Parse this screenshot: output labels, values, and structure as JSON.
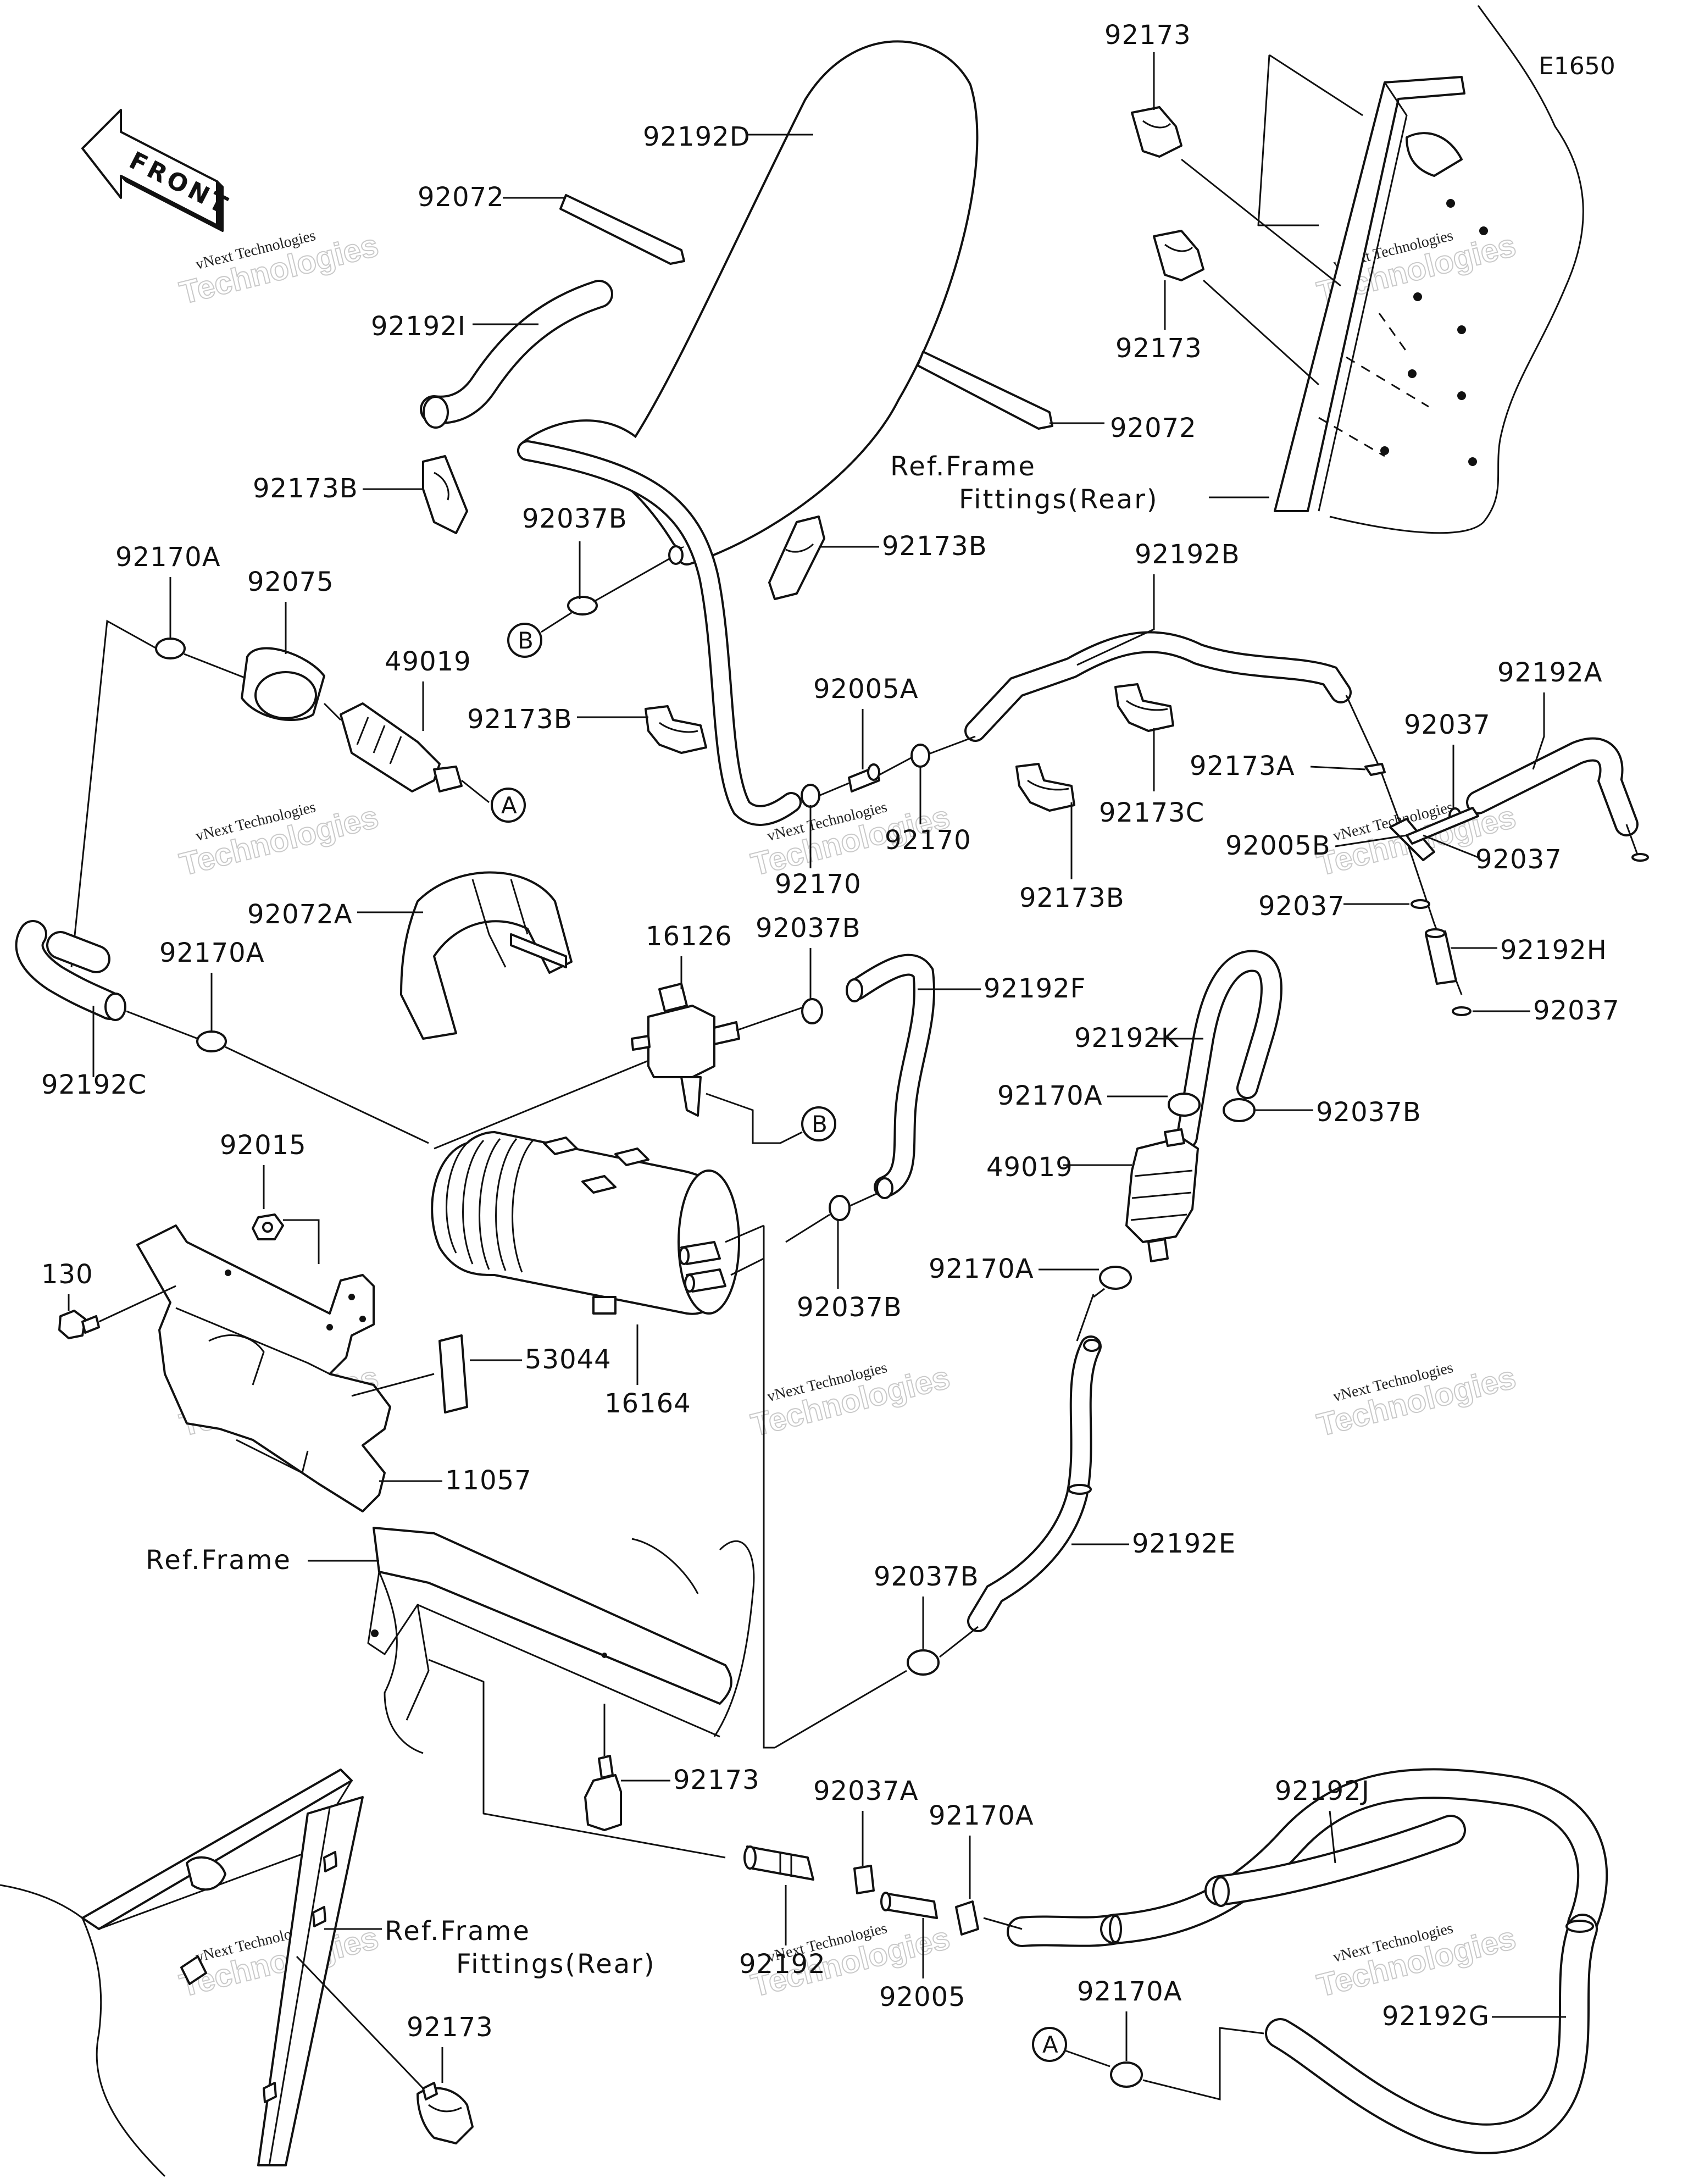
{
  "diagram_code": "E1650",
  "front_arrow": {
    "text": "FRONT"
  },
  "watermark": {
    "line1": "vNext Technologies",
    "line2": "Technologies"
  },
  "ref_labels": {
    "ref_frame": "Ref.Frame",
    "fittings_rear": "Fittings(Rear)"
  },
  "callouts": {
    "a": "A",
    "b": "B"
  },
  "parts": {
    "p92173_top": "92173",
    "p92192D": "92192D",
    "p92072_top": "92072",
    "p92192I": "92192I",
    "p92173_mid": "92173",
    "p92072_mid": "92072",
    "p92173B_1": "92173B",
    "p92037B_1": "92037B",
    "p92173B_2": "92173B",
    "p92192B": "92192B",
    "p92170A_1": "92170A",
    "p92075": "92075",
    "p49019_1": "49019",
    "p92173B_3": "92173B",
    "p92005A": "92005A",
    "p92192A": "92192A",
    "p92037_1": "92037",
    "p92173A": "92173A",
    "p92173C": "92173C",
    "p92170_1": "92170",
    "p92170_2": "92170",
    "p92005B": "92005B",
    "p92037_2": "92037",
    "p92173B_4": "92173B",
    "p92037_3": "92037",
    "p92192H": "92192H",
    "p92037_4": "92037",
    "p92072A": "92072A",
    "p16126": "16126",
    "p92037B_2": "92037B",
    "p92192F": "92192F",
    "p92170A_2": "92170A",
    "p92192K": "92192K",
    "p92170A_3": "92170A",
    "p92037B_3": "92037B",
    "p92192C": "92192C",
    "p49019_2": "49019",
    "p92015": "92015",
    "p92170A_4": "92170A",
    "p130": "130",
    "p92037B_4": "92037B",
    "p53044": "53044",
    "p16164": "16164",
    "p11057": "11057",
    "p92192E": "92192E",
    "p92037B_5": "92037B",
    "p92173_low": "92173",
    "p92037A": "92037A",
    "p92170A_5": "92170A",
    "p92192J": "92192J",
    "p92192": "92192",
    "p92005": "92005",
    "p92170A_6": "92170A",
    "p92192G": "92192G",
    "p92173_bottom": "92173"
  }
}
